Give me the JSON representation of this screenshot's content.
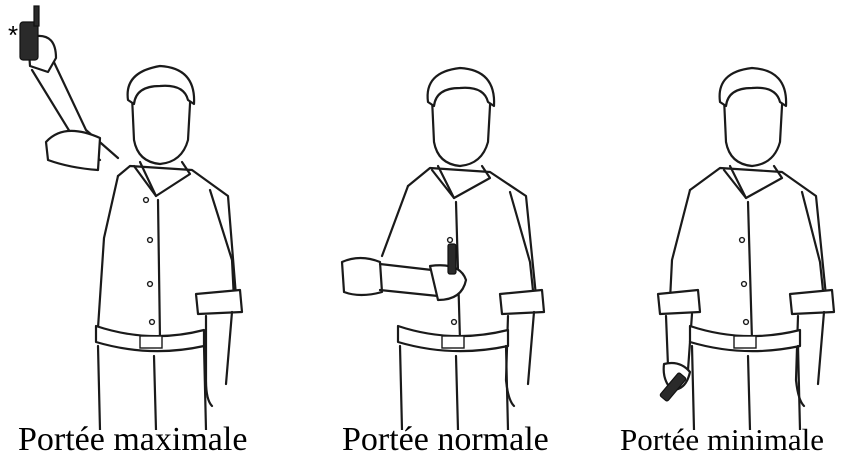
{
  "captions": {
    "max": "Portée maximale",
    "normal": "Portée normale",
    "min": "Portée minimale"
  },
  "signal_mark": "*",
  "colors": {
    "ink": "#1a1a1a",
    "background": "#ffffff"
  },
  "icons": [
    "radio-handset-icon",
    "signal-asterisk-icon"
  ]
}
